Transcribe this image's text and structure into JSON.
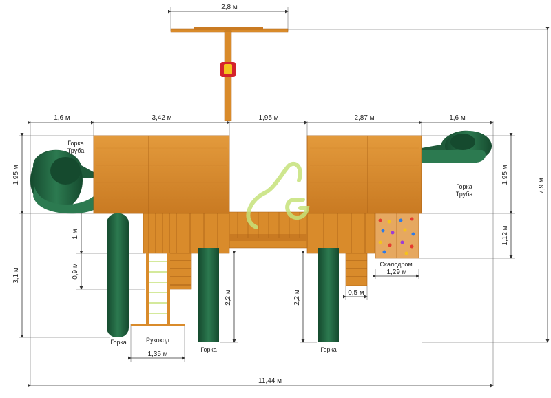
{
  "dimensions": {
    "top_beam": "2,8 м",
    "left_tube": "1,6 м",
    "left_tower": "3,42 м",
    "bridge": "1,95 м",
    "right_tower": "2,87 м",
    "right_tube": "1,6 м",
    "left_tube_height": "1,95 м",
    "right_tube_height": "1,95 м",
    "total_height": "7,9 м",
    "left_total_height": "3,1 м",
    "deck_1": "1 м",
    "deck_2": "0,9 м",
    "slide_left_height": "2,2 м",
    "slide_right_height": "2,2 м",
    "wall_height": "1,12 м",
    "wall_width": "1,29 м",
    "step_width": "0,5 м",
    "monkey_bar_width": "1,35 м",
    "total_width": "11,44 м"
  },
  "labels": {
    "tube_left_1": "Горка",
    "tube_left_2": "Труба",
    "tube_right_1": "Горка",
    "tube_right_2": "Труба",
    "climbing_wall": "Скалодром",
    "slide_left": "Горка",
    "monkey_bars": "Рукоход",
    "slide_mid": "Горка",
    "slide_right": "Горка"
  },
  "colors": {
    "wood": "#d98b2b",
    "wood_dark": "#b86a18",
    "green": "#1f5a3a",
    "green_light": "#2f7a52",
    "logo": "#c6e27a"
  }
}
